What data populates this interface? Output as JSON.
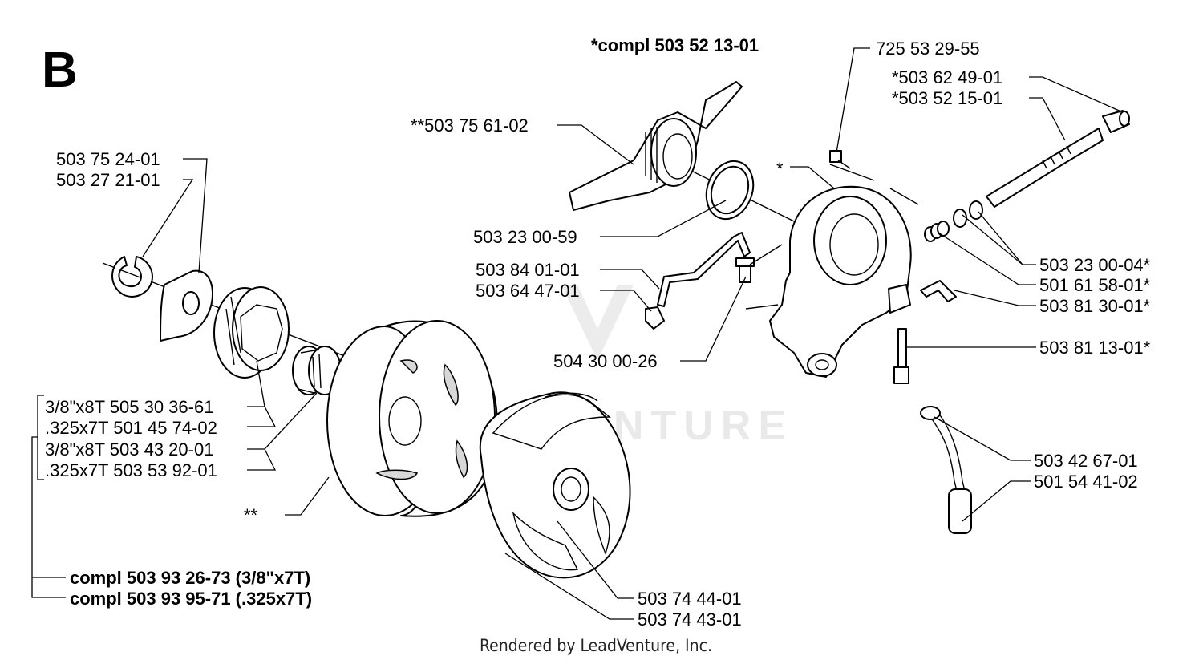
{
  "section_letter": "B",
  "footer": "Rendered by LeadVenture, Inc.",
  "watermark": "LEADVENTURE",
  "labels": {
    "compl_top": "*compl 503 52 13-01",
    "p725532955": "725 53 29-55",
    "p503624901": "*503 62 49-01",
    "p503521501": "*503 52 15-01",
    "p503756102": "**503 75 61-02",
    "star": "*",
    "p503752401": "503 75 24-01",
    "p503272101": "503 27 21-01",
    "p503230059": "503 23 00-59",
    "p503840101": "503 84 01-01",
    "p503644701": "503 64 47-01",
    "p504300026": "504 30 00-26",
    "p503230004": "503 23 00-04*",
    "p501615801": "501 61 58-01*",
    "p503813001": "503 81 30-01*",
    "p503811301": "503 81 13-01*",
    "p503426701": "503 42 67-01",
    "p501544102": "501 54 41-02",
    "sprocket1": "3/8\"x8T 505 30 36-61",
    "sprocket2": ".325x7T 501 45 74-02",
    "sprocket3": "3/8\"x8T 503 43 20-01",
    "sprocket4": ".325x7T 503 53 92-01",
    "dstar": "**",
    "compl_a": "compl 503 93 26-73 (3/8\"x7T)",
    "compl_b": "compl 503 93 95-71 (.325x7T)",
    "p503744401": "503 74 44-01",
    "p503744301": "503 74 43-01"
  }
}
